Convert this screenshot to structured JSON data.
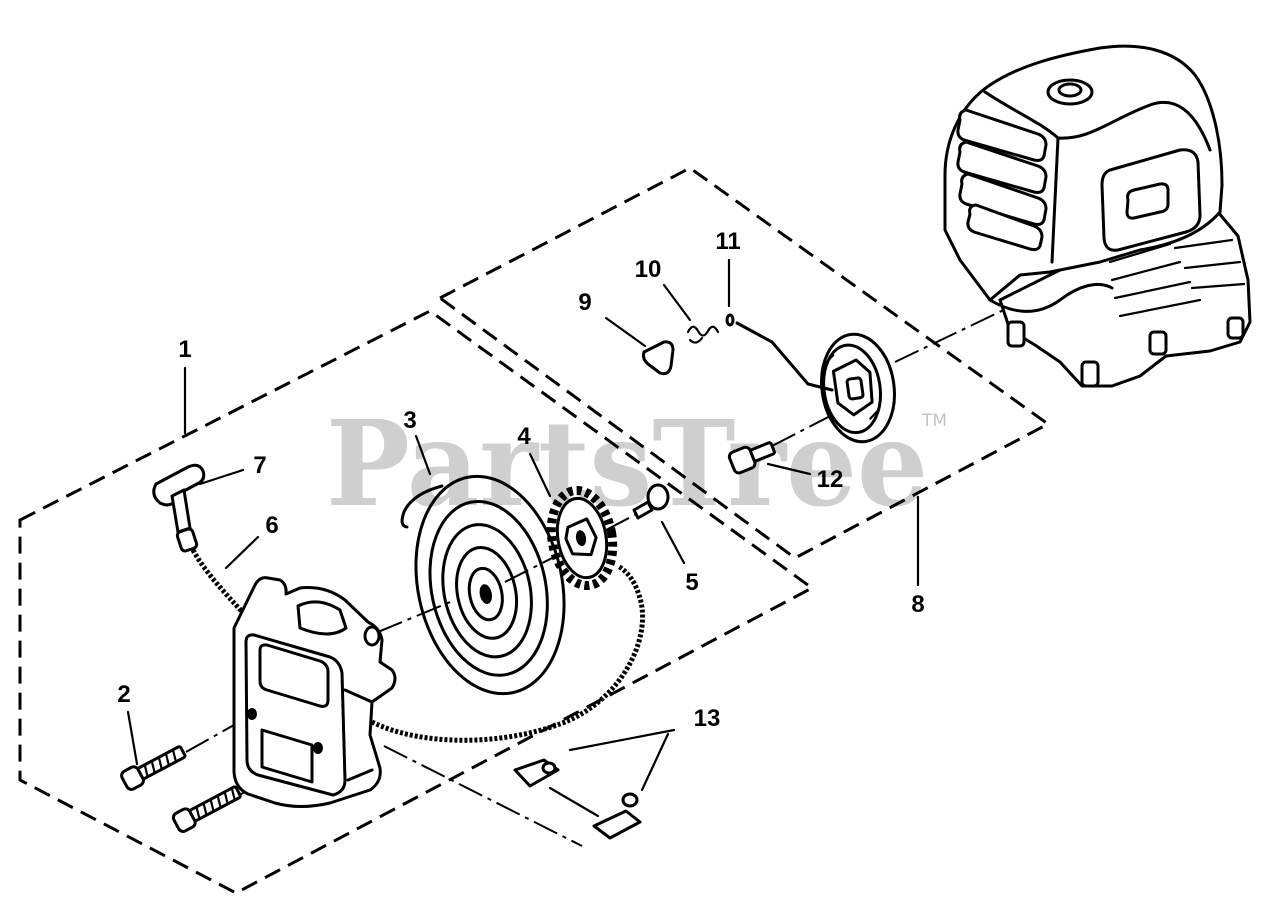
{
  "part_numbers": [
    "1",
    "2",
    "3",
    "4",
    "5",
    "6",
    "7",
    "8",
    "9",
    "10",
    "11",
    "12",
    "13"
  ],
  "watermark": {
    "text": "PartsTree",
    "trademark": "TM"
  },
  "colors": {
    "line": "#000000",
    "background": "#ffffff",
    "watermark": "#cfcfcf"
  }
}
